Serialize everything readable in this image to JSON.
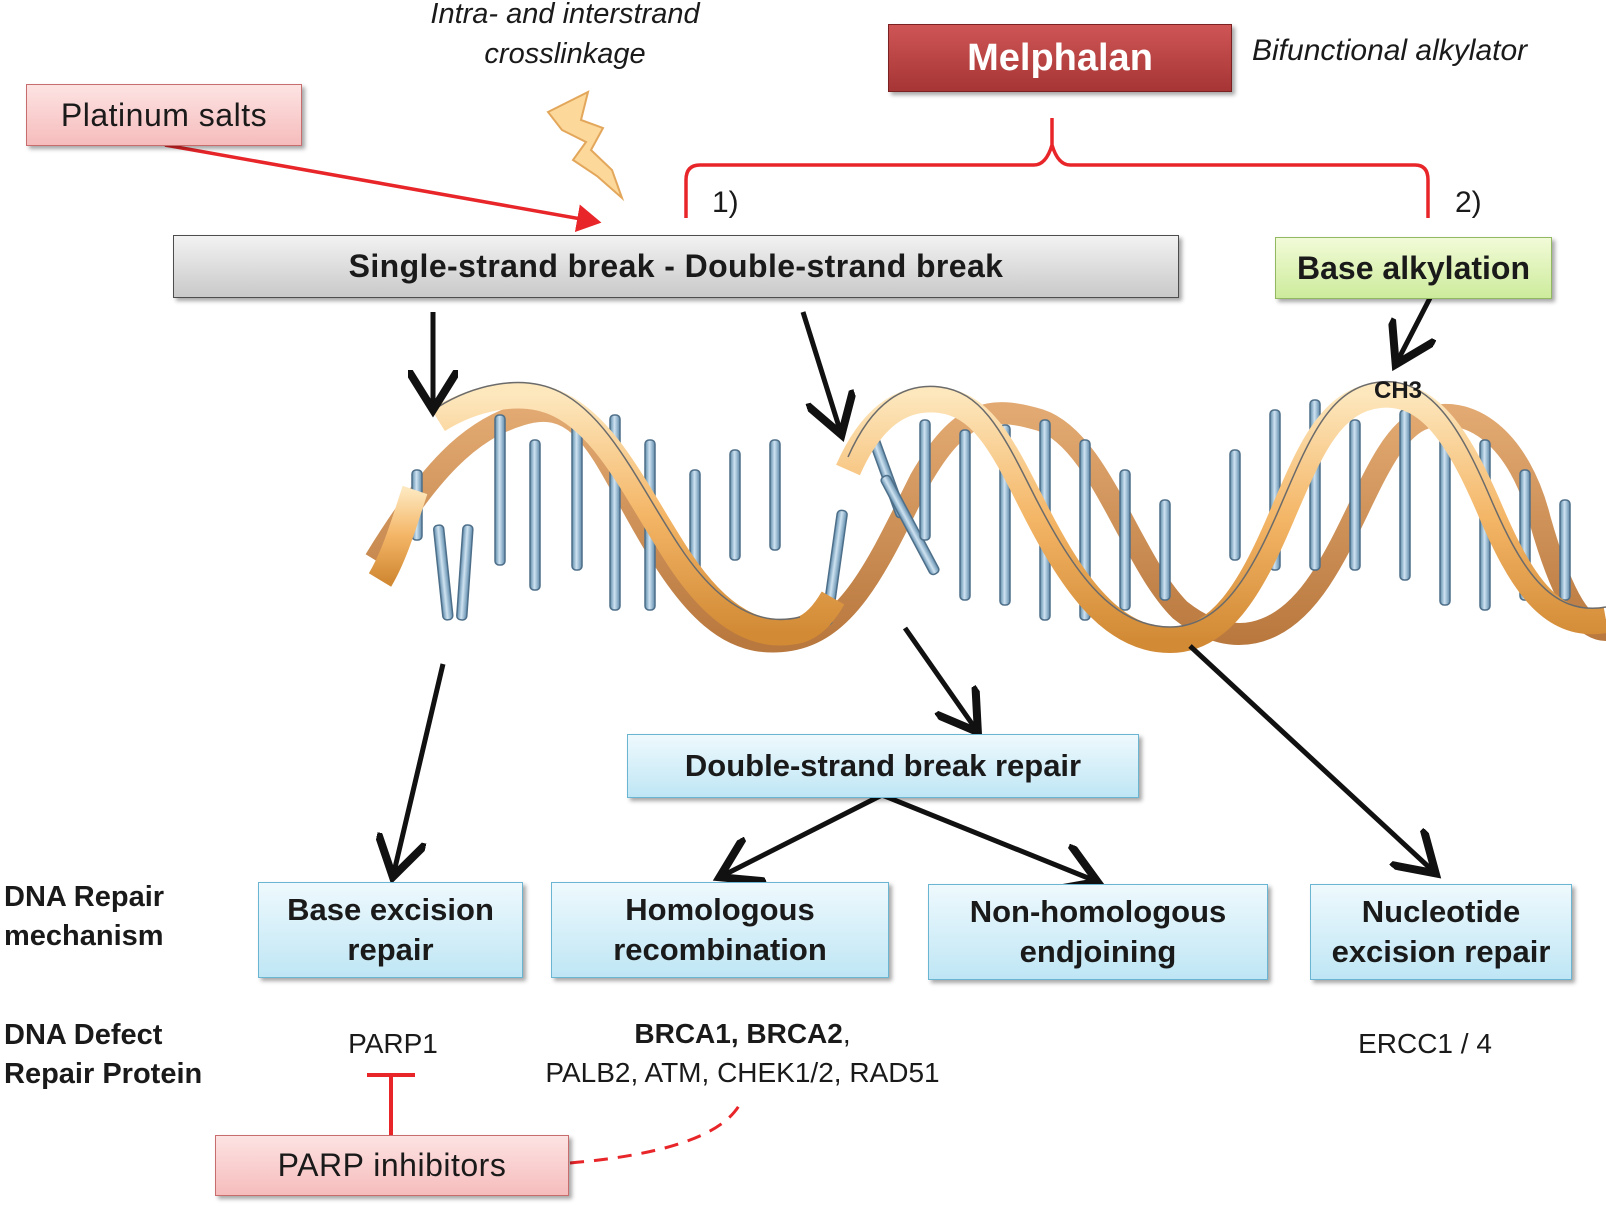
{
  "top": {
    "crosslink_line1": "Intra- and interstrand",
    "crosslink_line2": "crosslinkage",
    "melphalan": "Melphalan",
    "bifunctional": "Bifunctional alkylator",
    "platinum": "Platinum  salts",
    "marker_1": "1)",
    "marker_2": "2)"
  },
  "breaks": {
    "label": "Single-strand break  -  Double-strand break",
    "alkylation": "Base alkylation",
    "ch3": "CH3"
  },
  "repair": {
    "dsb_repair": "Double-strand break repair",
    "ber_line1": "Base excision",
    "ber_line2": "repair",
    "hr_line1": "Homologous",
    "hr_line2": "recombination",
    "nhej_line1": "Non-homologous",
    "nhej_line2": "endjoining",
    "ner_line1": "Nucleotide",
    "ner_line2": "excision repair"
  },
  "rows": {
    "mechanism_line1": "DNA Repair",
    "mechanism_line2": "mechanism",
    "protein_line1": "DNA Defect",
    "protein_line2": "Repair Protein"
  },
  "proteins": {
    "parp1": "PARP1",
    "brca": "BRCA1, BRCA2",
    "brca_comma": ",",
    "others": "PALB2, ATM, CHEK1/2, RAD51",
    "ercc": "ERCC1 / 4",
    "parp_inhibitors": "PARP  inhibitors"
  },
  "colors": {
    "red_line": "#e8262a",
    "arrow": "#111111",
    "ribbon_light": "#fbd9a0",
    "ribbon_dark": "#c98a3e",
    "base_blue": "#8fb4cf"
  }
}
